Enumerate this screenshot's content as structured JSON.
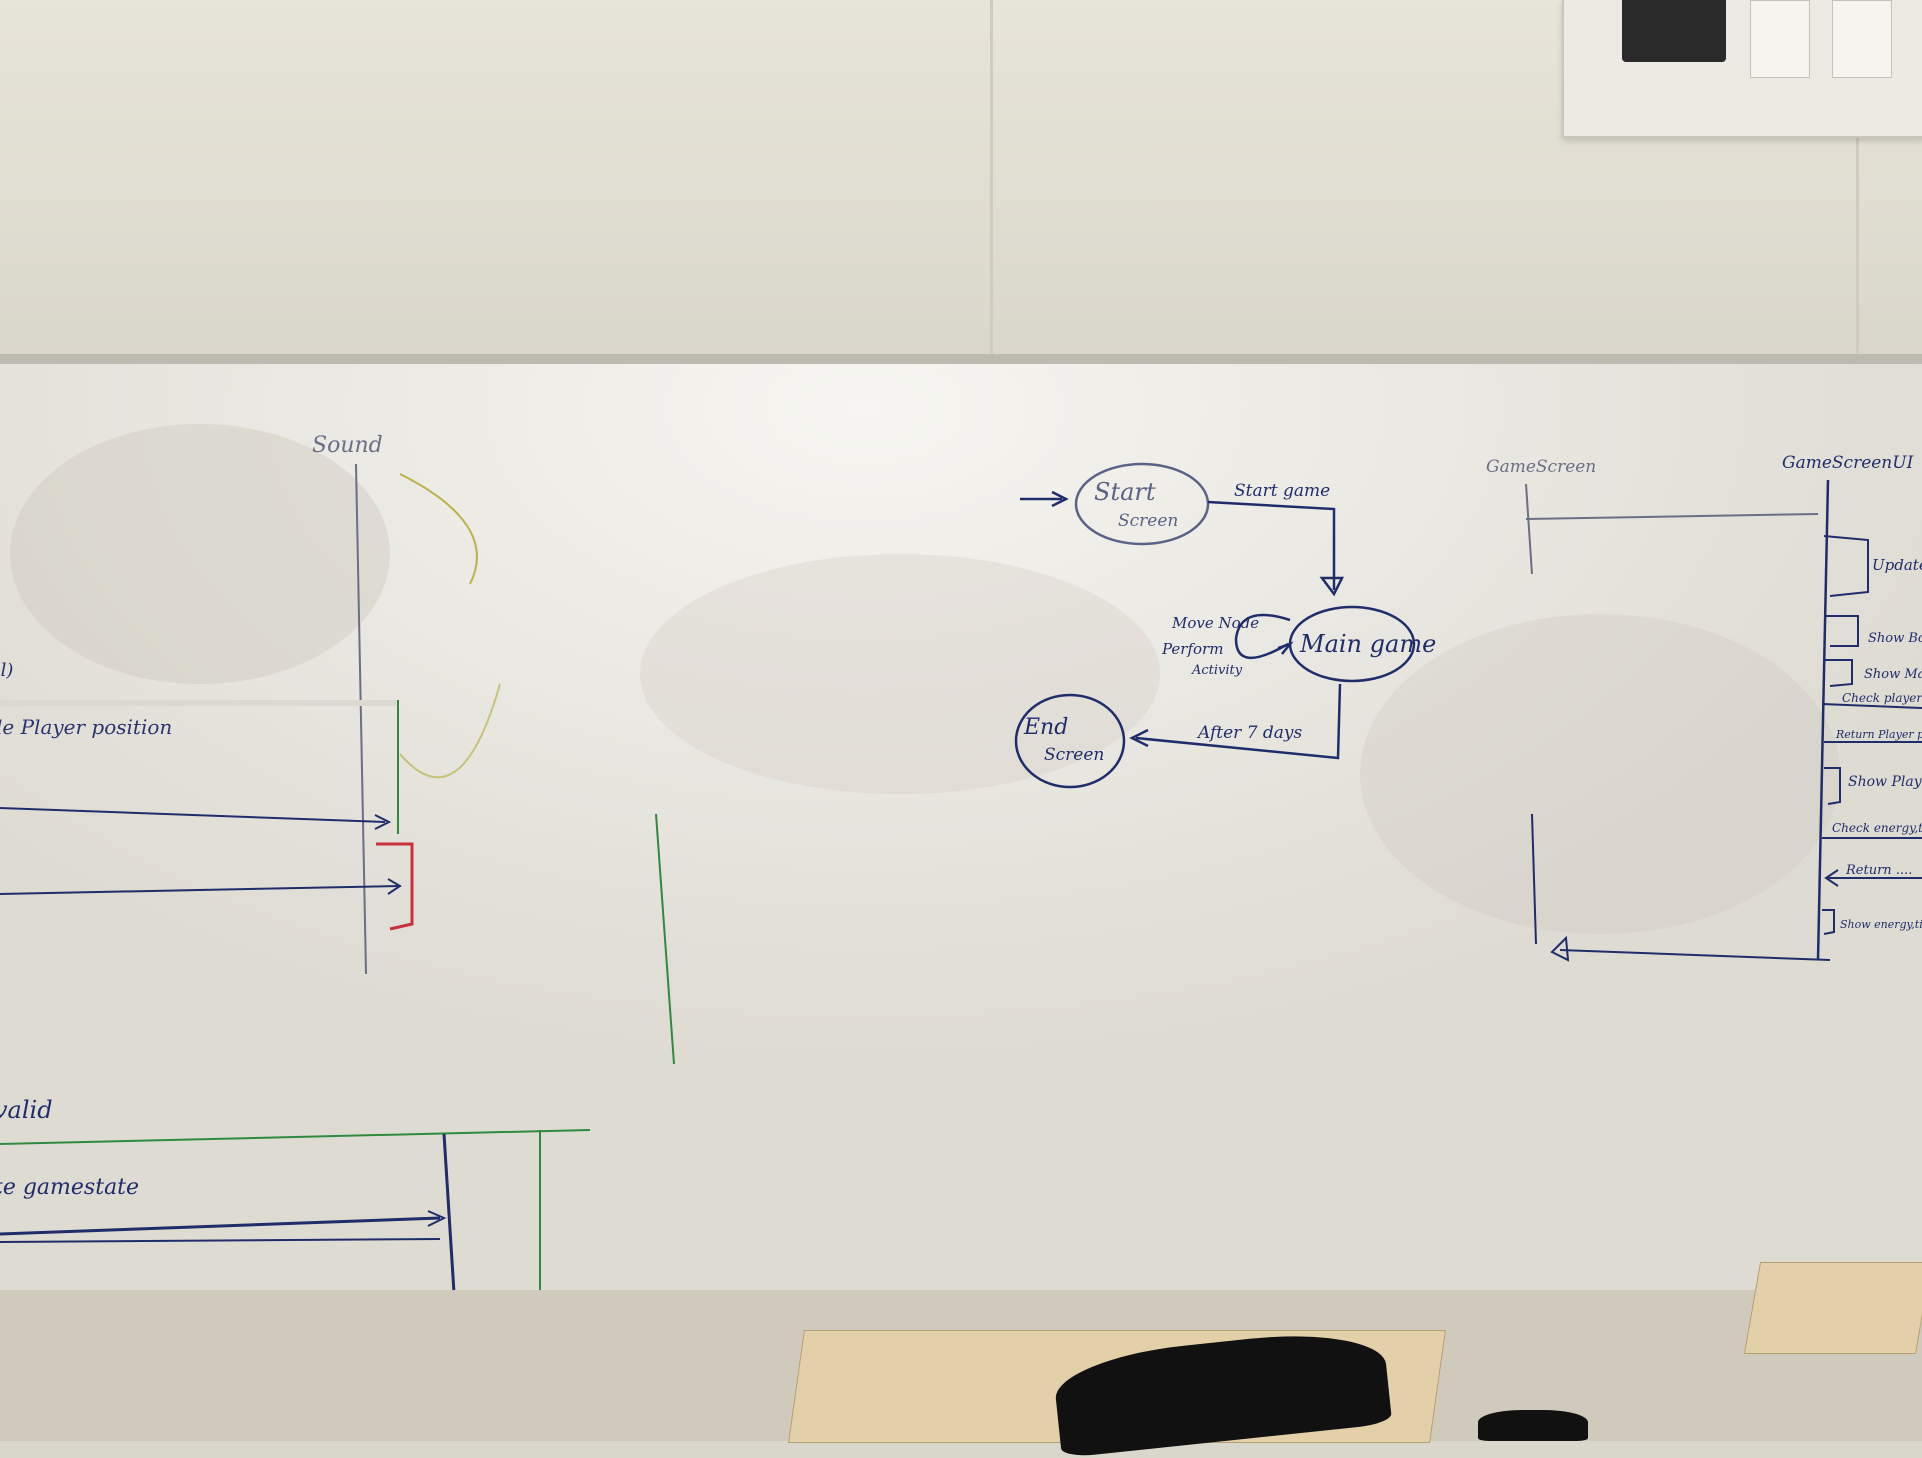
{
  "whiteboard": {
    "sequence_left": {
      "lifeline_label": "Sound",
      "notes": [
        "el)",
        "le Player position",
        "valid",
        "te gamestate"
      ]
    },
    "state_diagram": {
      "start_state": {
        "line1": "Start",
        "line2": "Screen"
      },
      "main_state": "Main game",
      "end_state": {
        "line1": "End",
        "line2": "Screen"
      },
      "transition_start_to_main": "Start game",
      "self_loop_line1": "Move Node",
      "self_loop_line2": "Perform",
      "self_loop_line3": "Activity",
      "transition_main_to_end": "After 7 days"
    },
    "sequence_right": {
      "lifeline_a": "GameScreen",
      "lifeline_b": "GameScreenUI",
      "messages": [
        "Update(s)",
        "Show Book",
        "Show Map",
        "Check player",
        "Return Player po",
        "Show Player",
        "Check energy,tim",
        "Return ....",
        "Show energy,time,"
      ]
    }
  },
  "colors": {
    "board": "#e9e7e0",
    "marker_blue": "#1f2d6b",
    "marker_red": "#c8303a",
    "marker_green": "#2f8a3f"
  }
}
